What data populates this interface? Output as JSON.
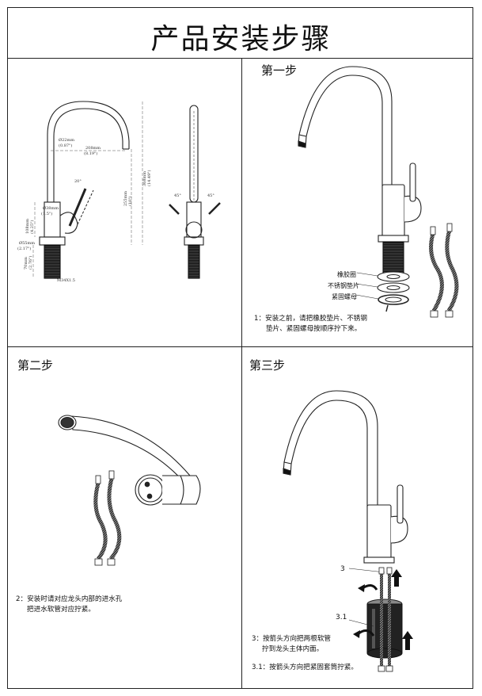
{
  "title": "产品安装步骤",
  "steps": [
    {
      "label": "第一步",
      "note_num": "1：",
      "note_line1": "安装之前，请把橡胶垫片、不锈钢",
      "note_line2": "垫片、紧固螺母按顺序拧下来。",
      "callouts": [
        "橡胶圈",
        "不锈钢垫片",
        "紧固螺母"
      ]
    },
    {
      "label": "第二步",
      "note_num": "2：",
      "note_line1": "安装时请对应龙头内部的进水孔",
      "note_line2": "把进水软管对应拧紧。"
    },
    {
      "label": "第三步",
      "note_num": "3：",
      "note_line1": "按箭头方向把两根软管",
      "note_line2": "拧到龙头主体内面。",
      "note2": "3.1：按箭头方向把紧固套筒拧紧。",
      "callouts": [
        "3",
        "3.1"
      ]
    }
  ],
  "dimensions": {
    "d_spout": "Ø22mm",
    "d_spout_in": "(0.87\")",
    "reach": "208mm",
    "reach_in": "(8.19\")",
    "height": "368mm",
    "height_in": "(14.49\")",
    "spout_h": "255mm",
    "spout_h_in": "(10\")",
    "body_d": "Ø38mm",
    "body_d_in": "(1.5\")",
    "lever": "108mm",
    "lever_in": "(4.25\")",
    "base_d": "Ø55mm",
    "base_d_in": "(2.17\")",
    "shank": "70mm",
    "shank_in": "(2.76\")",
    "thread": "M34X1.5",
    "angle_a": "20°",
    "angle_b": "45°",
    "angle_c": "45°"
  }
}
